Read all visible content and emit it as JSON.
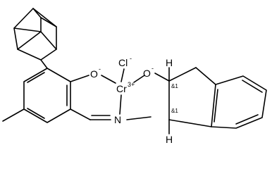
{
  "molecule": {
    "atoms": {
      "chloride": {
        "symbol": "Cl",
        "charge": "-"
      },
      "chromium": {
        "symbol": "Cr",
        "charge": "3+"
      },
      "phenolate_oxygen": {
        "symbol": "O",
        "charge": "-"
      },
      "indanol_oxygen": {
        "symbol": "O",
        "charge": "-"
      },
      "imine_nitrogen": {
        "symbol": "N"
      },
      "wedge_h_top": {
        "symbol": "H"
      },
      "wedge_h_bottom": {
        "symbol": "H"
      }
    },
    "stereo_labels": {
      "c1": "&1",
      "c2": "&1"
    }
  }
}
